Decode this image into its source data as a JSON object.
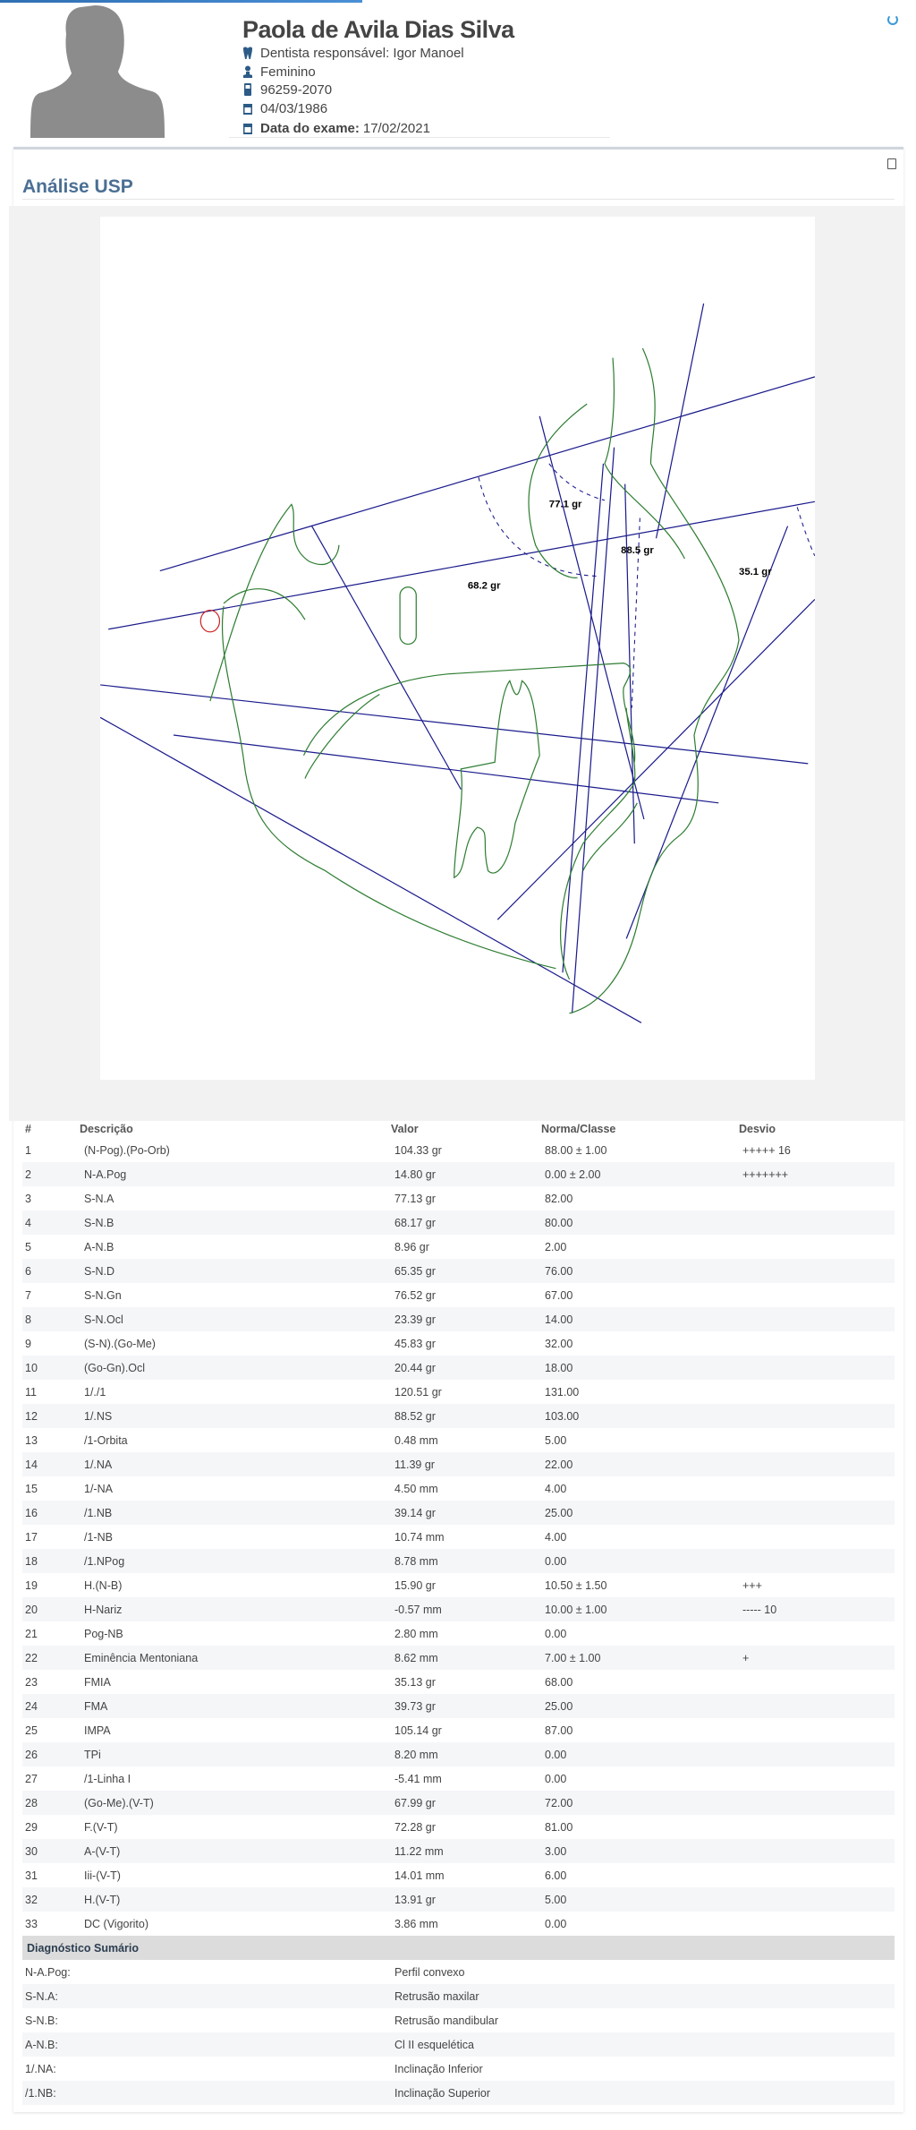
{
  "patient": {
    "name": "Paola de Avila Dias Silva",
    "dentist": "Dentista responsável: Igor Manoel",
    "gender": "Feminino",
    "phone": "96259-2070",
    "birthdate": "04/03/1986",
    "exam_label": "Data do exame:",
    "exam_date": "17/02/2021"
  },
  "section": {
    "title": "Análise USP"
  },
  "tracing": {
    "angle_labels": [
      "77.1 gr",
      "88.5 gr",
      "68.2 gr",
      "35.1 gr"
    ],
    "colors": {
      "lines": "#1a1a8c",
      "anatomy": "#2e7d32",
      "marker": "#cc2222"
    }
  },
  "table": {
    "headers": [
      "#",
      "Descrição",
      "Valor",
      "Norma/Classe",
      "Desvio"
    ],
    "rows": [
      [
        "1",
        "(N-Pog).(Po-Orb)",
        "104.33 gr",
        "88.00 ± 1.00",
        "+++++ 16"
      ],
      [
        "2",
        "N-A.Pog",
        "14.80 gr",
        "0.00 ± 2.00",
        "+++++++"
      ],
      [
        "3",
        "S-N.A",
        "77.13 gr",
        "82.00",
        ""
      ],
      [
        "4",
        "S-N.B",
        "68.17 gr",
        "80.00",
        ""
      ],
      [
        "5",
        "A-N.B",
        "8.96 gr",
        "2.00",
        ""
      ],
      [
        "6",
        "S-N.D",
        "65.35 gr",
        "76.00",
        ""
      ],
      [
        "7",
        "S-N.Gn",
        "76.52 gr",
        "67.00",
        ""
      ],
      [
        "8",
        "S-N.Ocl",
        "23.39 gr",
        "14.00",
        ""
      ],
      [
        "9",
        "(S-N).(Go-Me)",
        "45.83 gr",
        "32.00",
        ""
      ],
      [
        "10",
        "(Go-Gn).Ocl",
        "20.44 gr",
        "18.00",
        ""
      ],
      [
        "11",
        "1/./1",
        "120.51 gr",
        "131.00",
        ""
      ],
      [
        "12",
        "1/.NS",
        "88.52 gr",
        "103.00",
        ""
      ],
      [
        "13",
        "/1-Orbita",
        "0.48 mm",
        "5.00",
        ""
      ],
      [
        "14",
        "1/.NA",
        "11.39 gr",
        "22.00",
        ""
      ],
      [
        "15",
        "1/-NA",
        "4.50 mm",
        "4.00",
        ""
      ],
      [
        "16",
        "/1.NB",
        "39.14 gr",
        "25.00",
        ""
      ],
      [
        "17",
        "/1-NB",
        "10.74 mm",
        "4.00",
        ""
      ],
      [
        "18",
        "/1.NPog",
        "8.78 mm",
        "0.00",
        ""
      ],
      [
        "19",
        "H.(N-B)",
        "15.90 gr",
        "10.50 ± 1.50",
        "+++"
      ],
      [
        "20",
        "H-Nariz",
        "-0.57 mm",
        "10.00 ± 1.00",
        "----- 10"
      ],
      [
        "21",
        "Pog-NB",
        "2.80 mm",
        "0.00",
        ""
      ],
      [
        "22",
        "Eminência Mentoniana",
        "8.62 mm",
        "7.00 ± 1.00",
        "+"
      ],
      [
        "23",
        "FMIA",
        "35.13 gr",
        "68.00",
        ""
      ],
      [
        "24",
        "FMA",
        "39.73 gr",
        "25.00",
        ""
      ],
      [
        "25",
        "IMPA",
        "105.14 gr",
        "87.00",
        ""
      ],
      [
        "26",
        "TPi",
        "8.20 mm",
        "0.00",
        ""
      ],
      [
        "27",
        "/1-Linha I",
        "-5.41 mm",
        "0.00",
        ""
      ],
      [
        "28",
        "(Go-Me).(V-T)",
        "67.99 gr",
        "72.00",
        ""
      ],
      [
        "29",
        "F.(V-T)",
        "72.28 gr",
        "81.00",
        ""
      ],
      [
        "30",
        "A-(V-T)",
        "11.22 mm",
        "3.00",
        ""
      ],
      [
        "31",
        "Iii-(V-T)",
        "14.01 mm",
        "6.00",
        ""
      ],
      [
        "32",
        "H.(V-T)",
        "13.91 gr",
        "5.00",
        ""
      ],
      [
        "33",
        "DC (Vigorito)",
        "3.86 mm",
        "0.00",
        ""
      ]
    ]
  },
  "diagnosis": {
    "title": "Diagnóstico Sumário",
    "rows": [
      [
        "N-A.Pog:",
        "Perfil convexo"
      ],
      [
        "S-N.A:",
        "Retrusão maxilar"
      ],
      [
        "S-N.B:",
        "Retrusão mandibular"
      ],
      [
        "A-N.B:",
        "Cl II esquelética"
      ],
      [
        "1/.NA:",
        "Inclinação Inferior"
      ],
      [
        "/1.NB:",
        "Inclinação Superior"
      ]
    ]
  }
}
